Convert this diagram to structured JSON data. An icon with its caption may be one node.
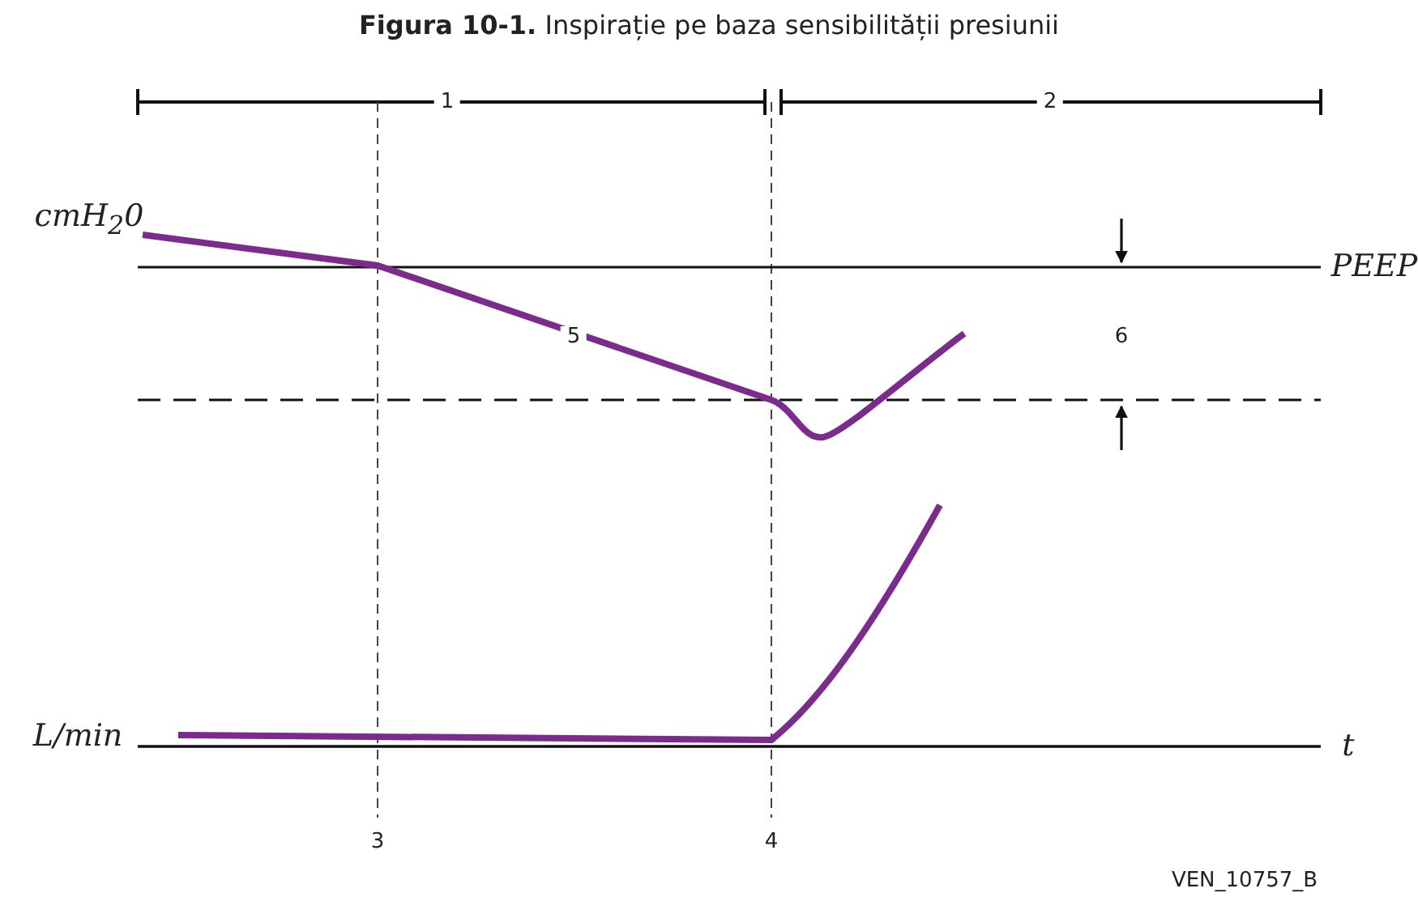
{
  "diagram": {
    "title": "**Figura 10-1.** Inspirație pe baza sensibilității presiunii",
    "labels": [
      "1",
      "2",
      "cmH$_{2}$0",
      "PEEP",
      "5",
      "6",
      "L/min",
      "t",
      "3",
      "4",
      "VEN_10757_B"
    ]
  }
}
